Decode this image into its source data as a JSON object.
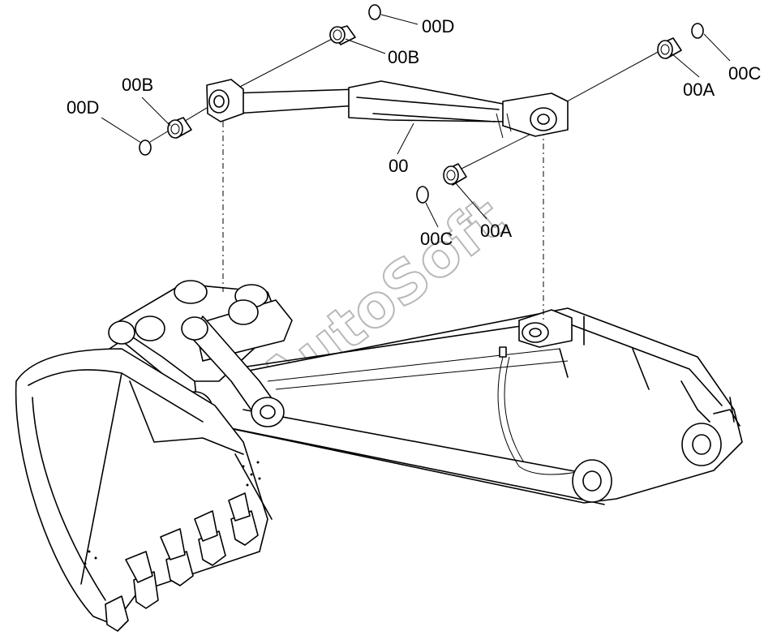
{
  "diagram": {
    "callouts": {
      "c00D_top": "00D",
      "c00B_top": "00B",
      "c00C_right": "00C",
      "c00A_right": "00A",
      "c00B_left": "00B",
      "c00D_left": "00D",
      "c00": "00",
      "c00C_mid": "00C",
      "c00A_mid": "00A"
    },
    "watermark": "AutoSoft"
  }
}
